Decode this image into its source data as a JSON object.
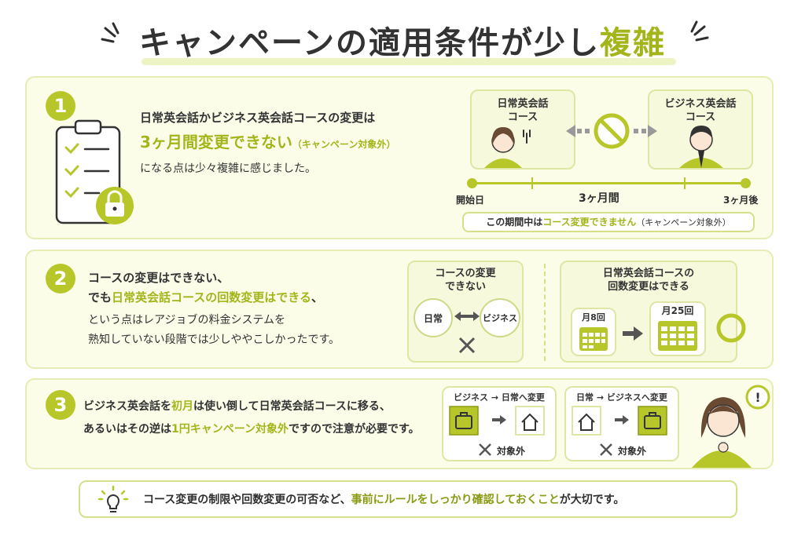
{
  "title": {
    "main": "キャンペーンの適用条件が少し",
    "highlight": "複雑"
  },
  "section1": {
    "number": "1",
    "line1": "日常英会話かビジネス英会話コースの変更は",
    "emph": "3ヶ月間変更できない",
    "paren": "（キャンペーン対象外）",
    "line3": "になる点は少々複雑に感じました。",
    "left_course_line1": "日常英会話",
    "left_course_line2": "コース",
    "right_course_line1": "ビジネス英会話",
    "right_course_line2": "コース",
    "timeline_start": "開始日",
    "timeline_mid": "3ヶ月間",
    "timeline_end": "3ヶ月後",
    "note_prefix": "この期間中は",
    "note_emph": "コース変更できません",
    "note_suffix": "（キャンペーン対象外）"
  },
  "section2": {
    "number": "2",
    "line1": "コースの変更はできない、",
    "line2_prefix": "でも",
    "line2_emph": "日常英会話コースの回数変更はできる",
    "line2_suffix": "、",
    "line3": "という点はレアジョブの料金システムを",
    "line4": "熟知していない段階では少しややこしかったです。",
    "box1_title": "コースの変更",
    "box1_sub": "できない",
    "circle_left": "日常",
    "circle_right": "ビジネス",
    "box2_title": "日常英会話コースの",
    "box2_sub": "回数変更はできる",
    "cal_from": "月8回",
    "cal_to": "月25回"
  },
  "section3": {
    "number": "3",
    "line1_prefix": "ビジネス英会話を",
    "line1_emph": "初月",
    "line1_suffix": "は使い倒して日常英会話コースに移る、",
    "line2_prefix": "あるいはその逆は",
    "line2_emph": "1円キャンペーン対象外",
    "line2_suffix": "ですので注意が必要です。",
    "box1_title": "ビジネス → 日常へ変更",
    "box2_title": "日常 → ビジネスへ変更",
    "excluded": "対象外"
  },
  "footer": {
    "prefix": "コース変更の制限や回数変更の可否など、",
    "emph": "事前にルールをしっかり確認しておくこと",
    "suffix": "が大切です。"
  },
  "colors": {
    "accent": "#b7c72a",
    "accent_text": "#a3b51a",
    "card_bg": "#fbfde9",
    "border": "#e6ecb4"
  }
}
